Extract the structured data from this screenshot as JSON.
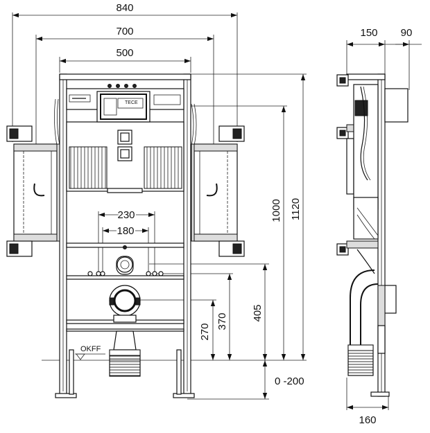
{
  "front_view": {
    "dims": {
      "w840": "840",
      "w700": "700",
      "w500": "500",
      "w230": "230",
      "w180": "180",
      "h1120": "1120",
      "h1000": "1000",
      "h405": "405",
      "h370": "370",
      "h270": "270",
      "h0200": "0 -200"
    },
    "okff_label": "OKFF",
    "brand_label": "TECE"
  },
  "side_view": {
    "dims": {
      "w150": "150",
      "w90": "90",
      "w160": "160"
    }
  }
}
